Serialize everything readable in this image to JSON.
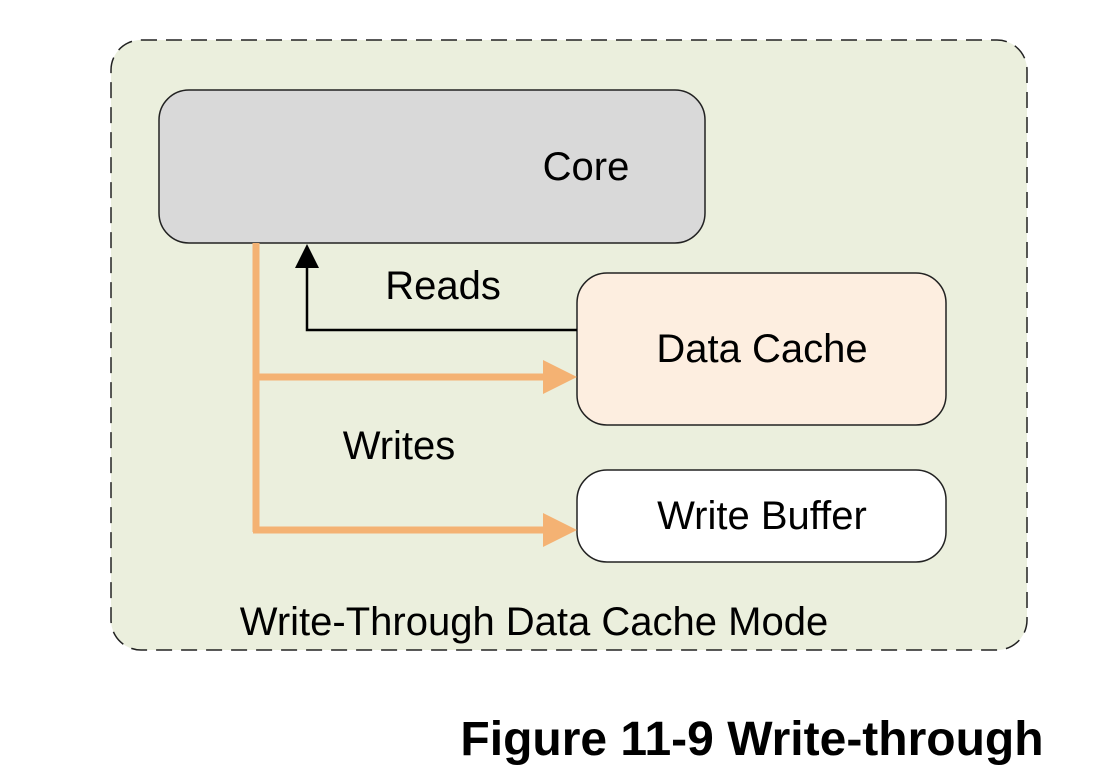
{
  "diagram": {
    "container_label": "Write-Through Data Cache Mode",
    "nodes": {
      "core": {
        "label": "Core",
        "fill": "#d9d9d9"
      },
      "data_cache": {
        "label": "Data Cache",
        "fill": "#fdeee0"
      },
      "write_buffer": {
        "label": "Write Buffer",
        "fill": "#ffffff"
      }
    },
    "edges": {
      "reads": {
        "label": "Reads",
        "from": "Data Cache",
        "to": "Core",
        "color": "#000000"
      },
      "writes": {
        "label": "Writes",
        "from": "Core",
        "to": [
          "Data Cache",
          "Write Buffer"
        ],
        "color": "#f4b273"
      }
    },
    "container_fill": "#ebefdd"
  },
  "caption": "Figure 11-9 Write-through"
}
